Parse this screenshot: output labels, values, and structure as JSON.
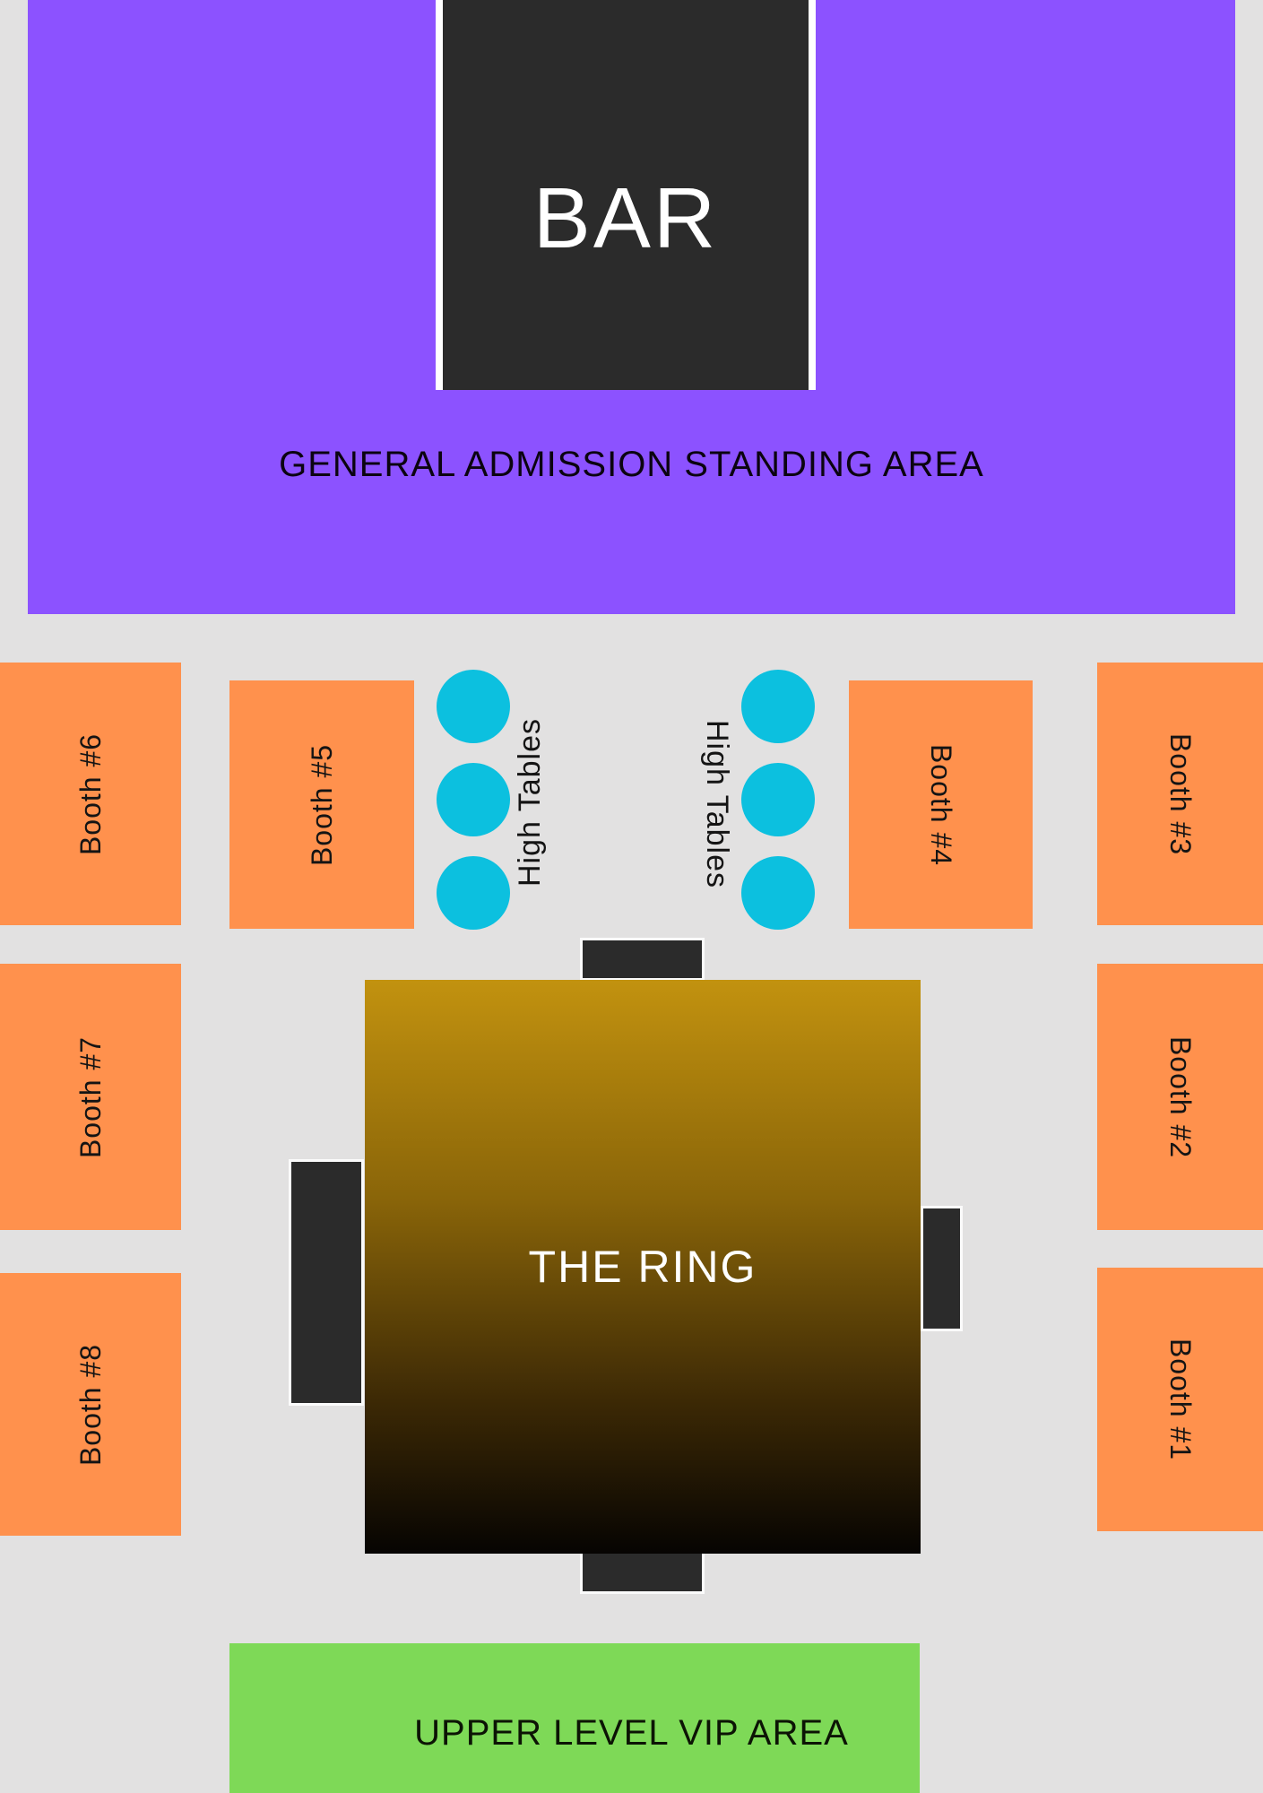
{
  "palette": {
    "background": "#e2e1e1",
    "general_admission_purple": "#8c52ff",
    "booth_orange": "#ff914d",
    "high_table_cyan": "#0cc0df",
    "vip_green": "#7ed957",
    "bar_dark": "#2b2b2b",
    "ring_gold_top": "#c2920f",
    "ring_black_bottom": "#060402",
    "border_white": "#ffffff"
  },
  "areas": {
    "bar": {
      "label": "BAR"
    },
    "general_admission": {
      "label": "GENERAL ADMISSION STANDING AREA"
    },
    "ring": {
      "label": "THE RING"
    },
    "vip": {
      "label": "UPPER LEVEL VIP AREA"
    },
    "high_tables_left": {
      "label": "High Tables"
    },
    "high_tables_right": {
      "label": "High Tables"
    }
  },
  "booths": [
    {
      "id": 1,
      "label": "Booth #1"
    },
    {
      "id": 2,
      "label": "Booth #2"
    },
    {
      "id": 3,
      "label": "Booth #3"
    },
    {
      "id": 4,
      "label": "Booth #4"
    },
    {
      "id": 5,
      "label": "Booth #5"
    },
    {
      "id": 6,
      "label": "Booth #6"
    },
    {
      "id": 7,
      "label": "Booth #7"
    },
    {
      "id": 8,
      "label": "Booth #8"
    }
  ]
}
